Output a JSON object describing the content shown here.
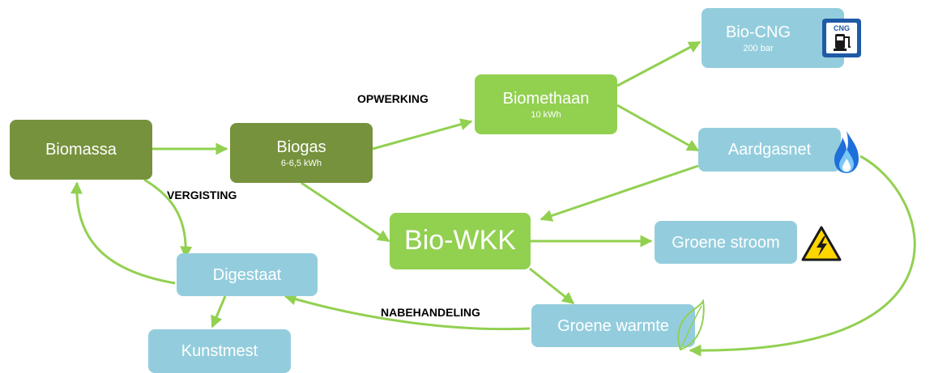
{
  "nodes": {
    "biomassa": {
      "title": "Biomassa"
    },
    "biogas": {
      "title": "Biogas",
      "sub": "6-6,5 kWh"
    },
    "biomethaan": {
      "title": "Biomethaan",
      "sub": "10 kWh"
    },
    "biocng": {
      "title": "Bio-CNG",
      "sub": "200 bar"
    },
    "aardgasnet": {
      "title": "Aardgasnet"
    },
    "biowkk": {
      "title": "Bio-WKK"
    },
    "groene_stroom": {
      "title": "Groene stroom"
    },
    "groene_warmte": {
      "title": "Groene warmte"
    },
    "digestaat": {
      "title": "Digestaat"
    },
    "kunstmest": {
      "title": "Kunstmest"
    }
  },
  "labels": {
    "opwerking": "OPWERKING",
    "vergisting": "VERGISTING",
    "nabehandeling": "NABEHANDELING"
  },
  "icons": {
    "cng_sign": {
      "text": "CNG",
      "name": "cng-fuel-station-sign-icon"
    },
    "flame": {
      "name": "gas-flame-icon"
    },
    "warning": {
      "name": "high-voltage-warning-icon"
    },
    "leaf": {
      "name": "leaf-icon"
    }
  },
  "colors": {
    "dark_green": "#76923c",
    "lime_green": "#92d050",
    "light_blue": "#93cddd",
    "arrow": "#92d050"
  }
}
